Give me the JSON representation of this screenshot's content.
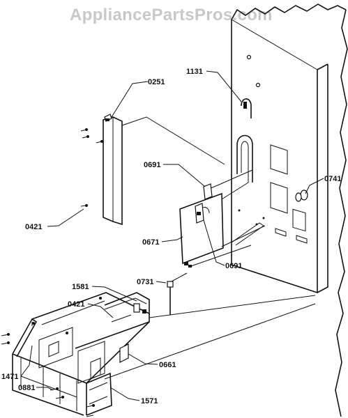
{
  "watermark": "AppliancePartsPros.com",
  "labels": {
    "p0251": "0251",
    "p1131": "1131",
    "p0691a": "0691",
    "p0741": "0741",
    "p0421a": "0421",
    "p0671": "0671",
    "p0691b": "0691",
    "p0731": "0731",
    "p1581": "1581",
    "p0421b": "0421",
    "p0661": "0661",
    "p1471": "1471",
    "p0881": "0881",
    "p1571": "1571"
  }
}
